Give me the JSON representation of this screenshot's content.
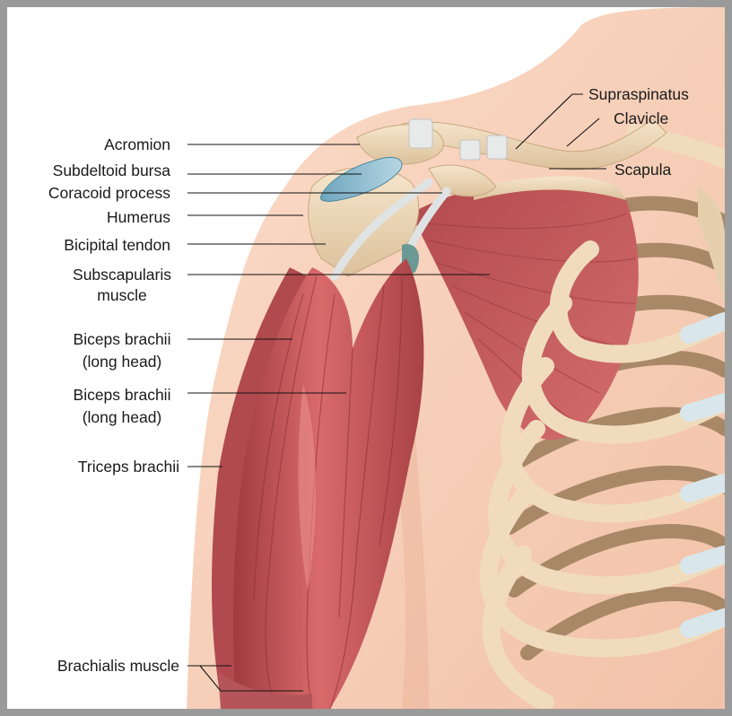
{
  "labels": {
    "supraspinatus": "Supraspinatus",
    "clavicle": "Clavicle",
    "scapula": "Scapula",
    "acromion": "Acromion",
    "subdeltoid_bursa": "Subdeltoid bursa",
    "coracoid_process": "Coracoid process",
    "humerus": "Humerus",
    "bicipital_tendon": "Bicipital tendon",
    "subscapularis_line1": "Subscapularis",
    "subscapularis_line2": "muscle",
    "biceps_long_1_line1": "Biceps brachii",
    "biceps_long_1_line2": "(long head)",
    "biceps_long_2_line1": "Biceps brachii",
    "biceps_long_2_line2": "(long head)",
    "triceps": "Triceps brachii",
    "brachialis": "Brachialis muscle"
  },
  "colors": {
    "skin": "#f7d3bf",
    "skin_shadow": "#e9ac8f",
    "muscle": "#c8585b",
    "muscle_dark": "#a63f44",
    "bone": "#f0dcbd",
    "bone_dark": "#a88866",
    "cartilage": "#d9e6ec",
    "bursa": "#7fb3c8",
    "leader_line": "#111111"
  }
}
